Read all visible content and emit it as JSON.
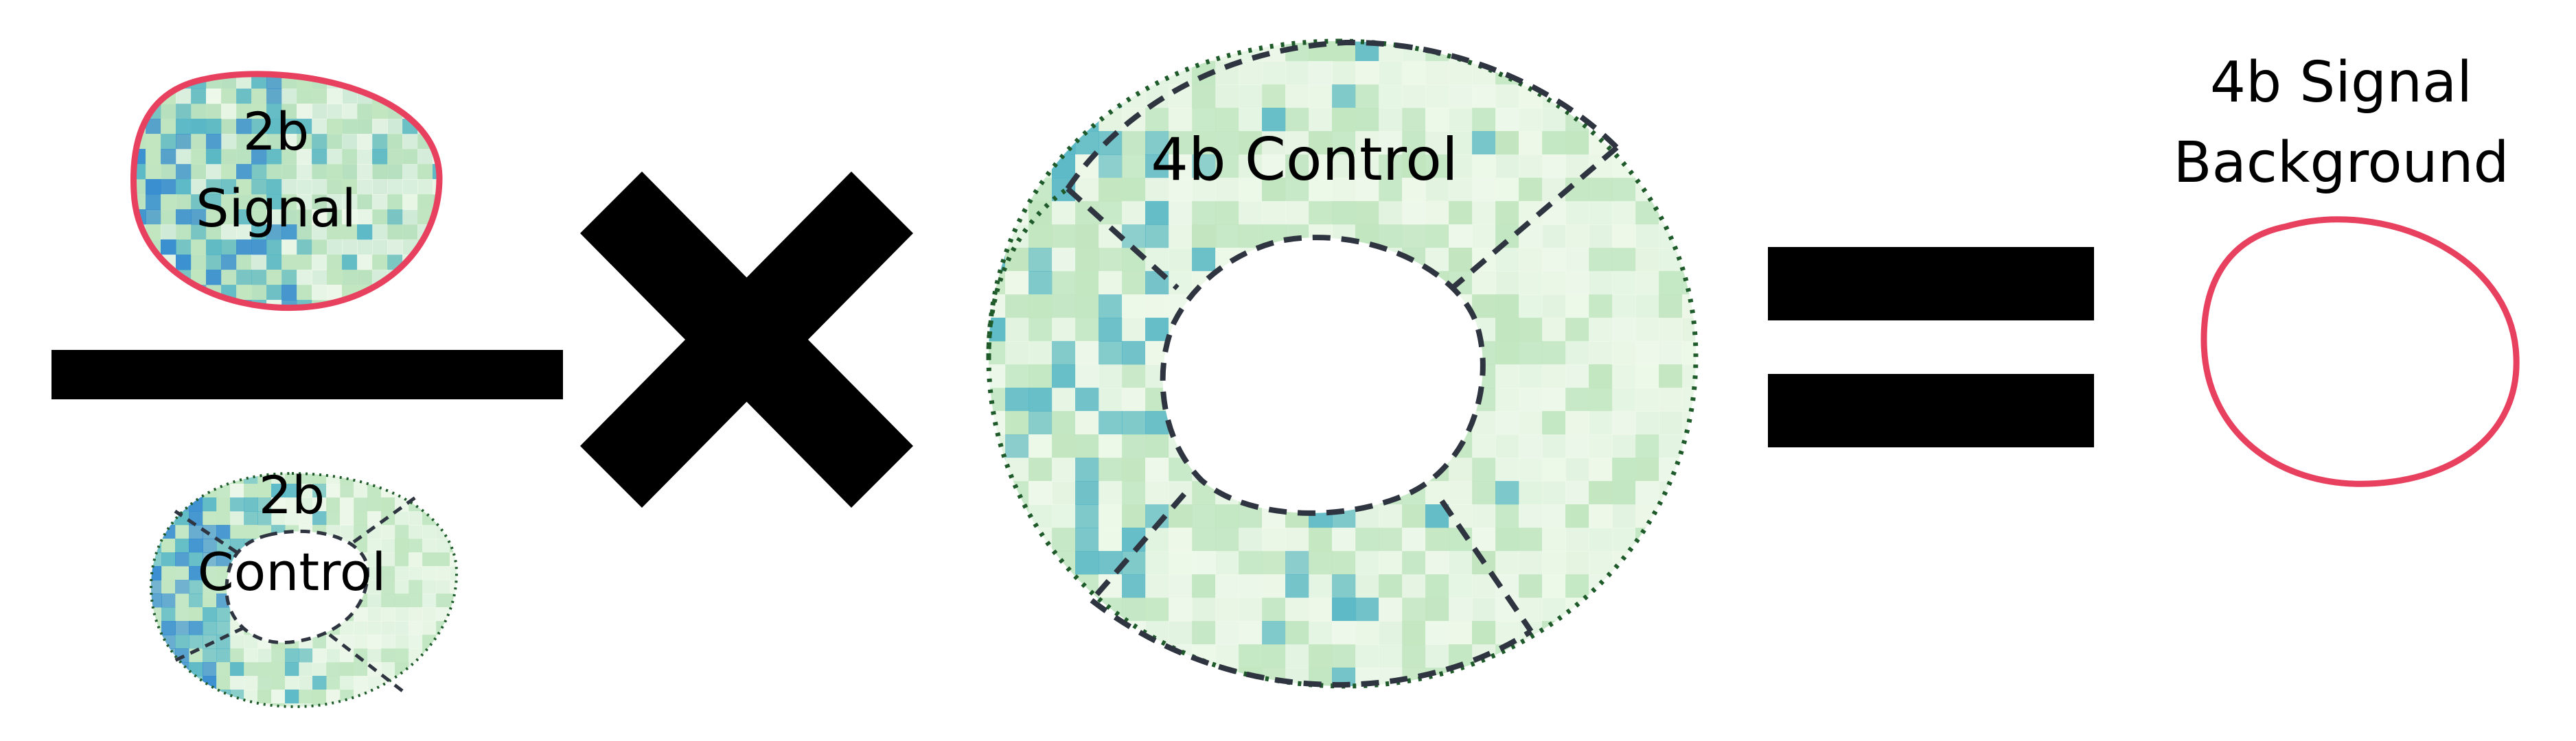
{
  "labels": {
    "signal_2b_line1": "2b",
    "signal_2b_line2": "Signal",
    "control_2b_line1": "2b",
    "control_2b_line2": "Control",
    "control_4b": "4b Control",
    "result_line1": "4b Signal",
    "result_line2": "Background"
  },
  "operators": {
    "division": "fraction-bar",
    "multiplication": "times",
    "equals": "equals"
  },
  "colors": {
    "signal_outline": "#e8415f",
    "region_dash": "#2e3440",
    "region_dot": "#1f5a2a",
    "heat_low": "#eef8ea",
    "heat_mid": "#c2e6c0",
    "heat_high": "#5ab8c6",
    "heat_max": "#3a8fd0",
    "operator": "#000000"
  }
}
